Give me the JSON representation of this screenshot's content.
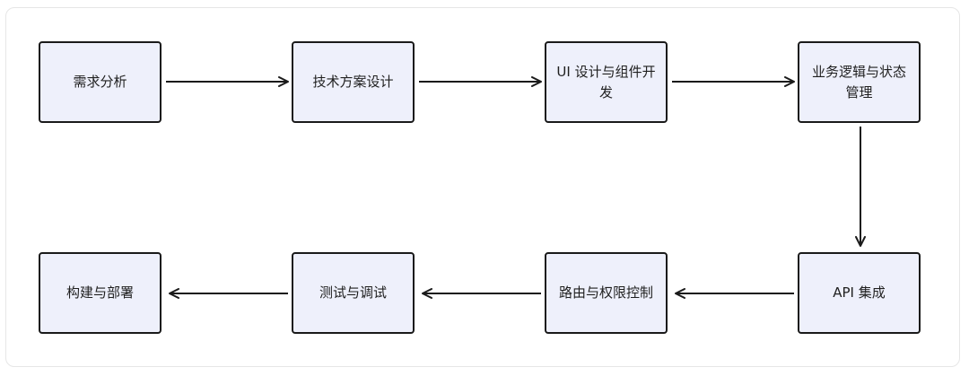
{
  "nodes": {
    "n1": "需求分析",
    "n2": "技术方案设计",
    "n3": "UI 设计与组件开发",
    "n4": "业务逻辑与状态管理",
    "n5": "API 集成",
    "n6": "路由与权限控制",
    "n7": "测试与调试",
    "n8": "构建与部署"
  },
  "colors": {
    "node_fill": "#eef0fb",
    "node_border": "#1a1a1a",
    "edge": "#1a1a1a"
  }
}
